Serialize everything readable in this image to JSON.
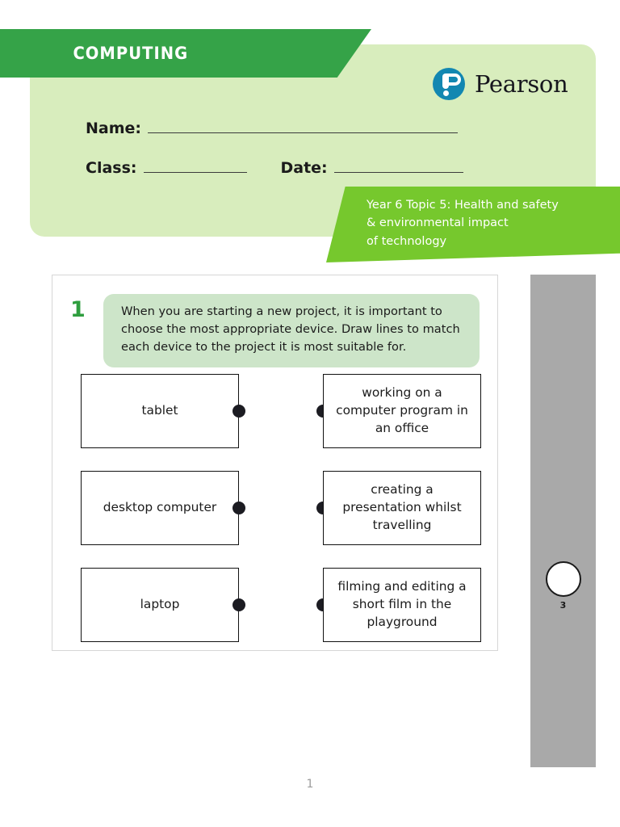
{
  "header": {
    "subject": "COMPUTING",
    "brand": {
      "name": "Pearson",
      "mark_icon": "pearson-interrobang-icon",
      "mark_color": "#1287b1"
    },
    "fields": {
      "name_label": "Name:",
      "name_value": "",
      "class_label": "Class:",
      "class_value": "",
      "date_label": "Date:",
      "date_value": ""
    },
    "topic_lines": [
      "Year 6 Topic 5: Health and safety",
      "& environmental impact",
      "of technology"
    ]
  },
  "colors": {
    "subject_banner": "#35a348",
    "header_panel": "#d8edbd",
    "topic_banner": "#76c82d",
    "question_bubble": "#cde5c9",
    "question_number": "#2f9e3f",
    "marks_sidebar": "#a9a9a9",
    "box_border": "#111111",
    "connector_dot": "#1c1c22"
  },
  "question": {
    "number": "1",
    "prompt": "When you are starting a new project, it is important to choose the most appropriate device. Draw lines to match each device to the project it is most suitable for.",
    "rows": [
      {
        "device": "tablet",
        "project": "working on a computer program in an office"
      },
      {
        "device": "desktop computer",
        "project": "creating a presentation whilst travelling"
      },
      {
        "device": "laptop",
        "project": "filming and editing a short film in the playground"
      }
    ],
    "marks": "3"
  },
  "footer": {
    "page_number": "1"
  }
}
